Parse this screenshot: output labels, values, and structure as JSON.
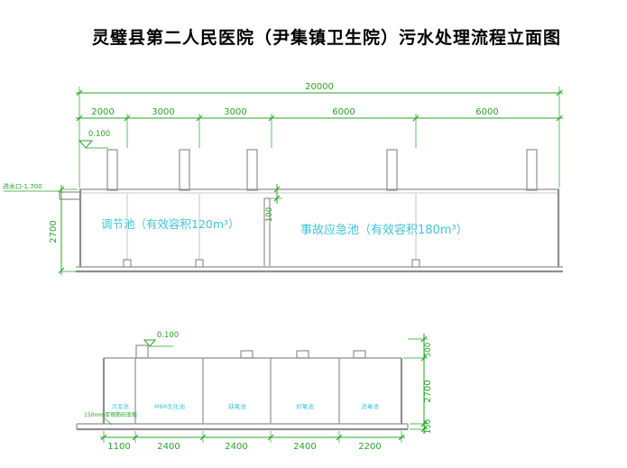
{
  "title": "灵璧县第二人民医院（尹集镇卫生院）污水处理流程立面图",
  "colors": {
    "dimension_green": "#27a327",
    "label_cyan": "#3fc4d8",
    "structure_gray": "#8f8f8f",
    "title_black": "#000000"
  },
  "upper_view": {
    "overall_dim": "20000",
    "segment_dims": [
      "2000",
      "3000",
      "3000",
      "6000",
      "6000"
    ],
    "elevation_label": "0.100",
    "inlet_label": "进水口-1.700",
    "height_dim": "2700",
    "wall_top_dim": "100",
    "tank_left_label": "调节池（有效容积120m³）",
    "tank_right_label": "事故应急池（有效容积180m³）"
  },
  "lower_view": {
    "elevation_label": "0.100",
    "segment_dims": [
      "1100",
      "2400",
      "2400",
      "2400",
      "2200"
    ],
    "right_dims": [
      "500",
      "2700",
      "150"
    ],
    "slab_note": "150mm厚钢筋砼底板",
    "compartment_labels": [
      "污泥池",
      "MBR生化池",
      "缺氧池",
      "好氧池",
      "消毒池"
    ]
  }
}
